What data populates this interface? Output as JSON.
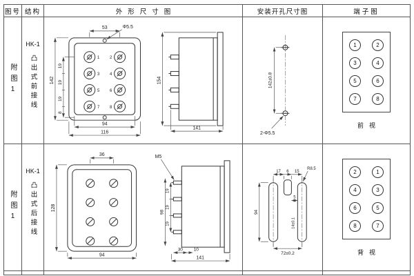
{
  "table": {
    "header": {
      "fig_no": "图号",
      "structure": "结构",
      "outline": "外形尺寸图",
      "mounting": "安装开孔尺寸图",
      "terminal": "端子图"
    }
  },
  "rows": [
    {
      "fig_no": "附图1",
      "model": "HK-1",
      "structure": "凸出式前接线",
      "outline": {
        "top_width": "53",
        "hole_label": "Φ5.5",
        "height_total": "142",
        "pitch1": "19",
        "pitch2": "19",
        "pitch3": "19",
        "pitch4": "8",
        "width_inner": "94",
        "width_outer": "116",
        "terminal_numbers": [
          "1",
          "2",
          "3",
          "4",
          "5",
          "6",
          "7",
          "8"
        ],
        "side_height": "154",
        "side_depth": "141"
      },
      "mounting": {
        "hole_pitch": "142±0.8",
        "hole_label": "2-Φ5.5"
      },
      "terminal": {
        "circles": [
          [
            "1",
            "2"
          ],
          [
            "3",
            "4"
          ],
          [
            "5",
            "6"
          ],
          [
            "7",
            "8"
          ]
        ],
        "view_label": "前视"
      }
    },
    {
      "fig_no": "附图1",
      "model": "HK-1",
      "structure": "凸出式后接线",
      "outline": {
        "top_width": "36",
        "height_total": "128",
        "width_bottom": "94",
        "screw_label": "M5",
        "side_height": "98",
        "pitch1": "19",
        "pitch2": "19",
        "pitch3": "19",
        "depth1": "30",
        "depth2": "10",
        "side_depth": "141"
      },
      "mounting": {
        "top1": "17",
        "top2": "6",
        "top3": "15",
        "height": "94",
        "radius": "R8.5",
        "mid": "5",
        "slot": "14±0.1",
        "width": "72±0.2"
      },
      "terminal": {
        "circles": [
          [
            "2",
            "1"
          ],
          [
            "4",
            "3"
          ],
          [
            "6",
            "5"
          ],
          [
            "8",
            "7"
          ]
        ],
        "view_label": "背视"
      }
    }
  ]
}
